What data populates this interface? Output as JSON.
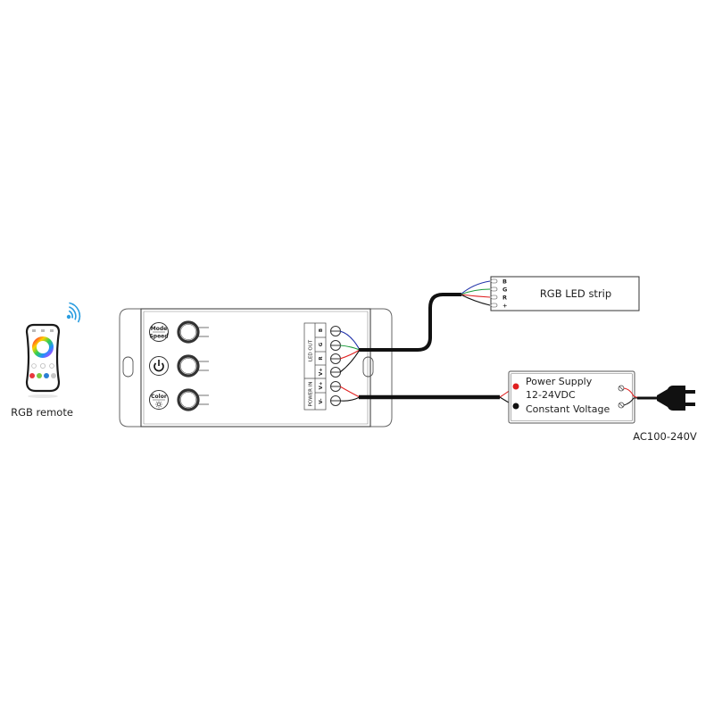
{
  "remote": {
    "label": "RGB remote",
    "icon": "wifi-signal-icon",
    "color_buttons": [
      "#e8383d",
      "#7ac943",
      "#2a7fd4",
      "#c8c8c8"
    ]
  },
  "controller": {
    "buttons": [
      {
        "name": "mode-speed",
        "line1": "Mode",
        "line2": "Speed"
      },
      {
        "name": "power",
        "icon": "power-icon"
      },
      {
        "name": "color",
        "line1": "Color",
        "icon": "brightness-icon"
      }
    ],
    "terminal_groups": {
      "led_out": "LED OUT",
      "power_in": "POWER IN"
    },
    "terminals": [
      "B",
      "G",
      "R",
      "V+",
      "V+",
      "V-"
    ]
  },
  "led_strip": {
    "label": "RGB LED strip",
    "pins": [
      "B",
      "G",
      "R",
      "+"
    ]
  },
  "power_supply": {
    "line1": "Power Supply",
    "line2": "12-24VDC",
    "line3": "Constant Voltage"
  },
  "ac_input": {
    "label": "AC100-240V"
  },
  "wire_colors": {
    "blue": "#2233aa",
    "green": "#1a9a3a",
    "red": "#e02020",
    "black": "#111111"
  }
}
